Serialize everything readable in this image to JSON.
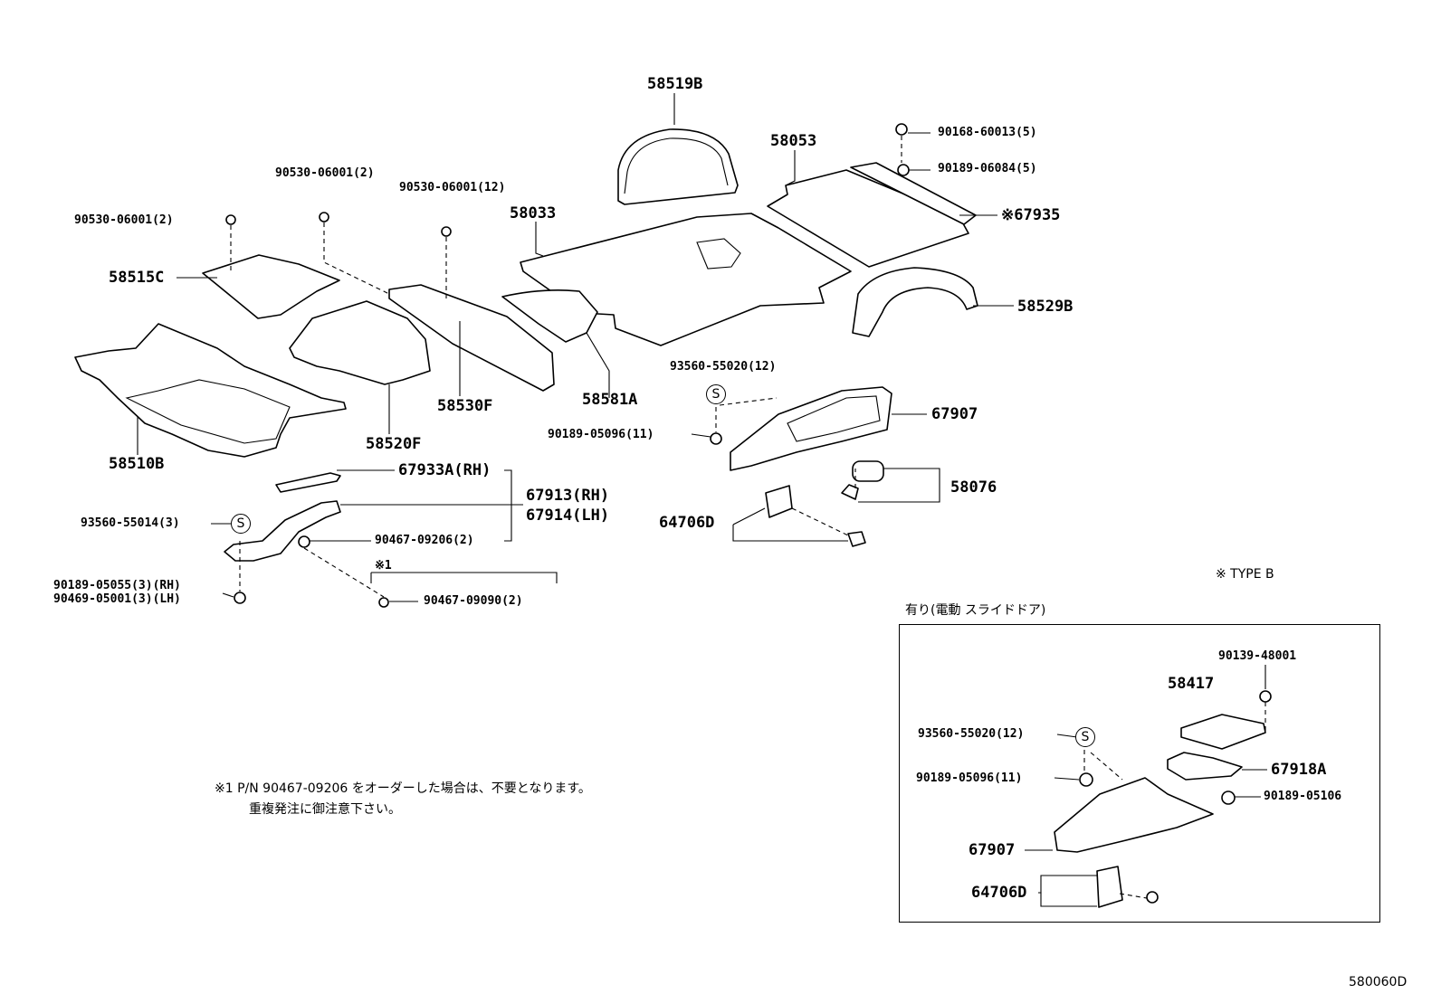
{
  "labels": {
    "p58519B": "58519B",
    "p58053": "58053",
    "p90168": "90168-60013(5)",
    "p90189_06084": "90189-06084(5)",
    "p67935": "※67935",
    "p58033": "58033",
    "p90530_12": "90530-06001(12)",
    "p90530_2a": "90530-06001(2)",
    "p90530_2b": "90530-06001(2)",
    "p58515C": "58515C",
    "p58529B": "58529B",
    "p93560_12": "93560-55020(12)",
    "p58581A": "58581A",
    "p58530F": "58530F",
    "p58520F": "58520F",
    "p58510B": "58510B",
    "p67907": "67907",
    "p90189_05096": "90189-05096(11)",
    "p58076": "58076",
    "p67933A": "67933A(RH)",
    "p67913": "67913(RH)",
    "p67914": "67914(LH)",
    "p93560_3": "93560-55014(3)",
    "p90467_09206": "90467-09206(2)",
    "p64706D": "64706D",
    "p90189_05055": "90189-05055(3)(RH)",
    "p90469_05001": "90469-05001(3)(LH)",
    "note_x1": "※1",
    "p90467_09090": "90467-09090(2)",
    "s_mark": "S",
    "typeb": "※ TYPE B",
    "typeb_header": "有り(電動 スライドドア)",
    "b_90139": "90139-48001",
    "b_58417": "58417",
    "b_93560": "93560-55020(12)",
    "b_67918A": "67918A",
    "b_90189_05096": "90189-05096(11)",
    "b_90189_05106": "90189-05106",
    "b_67907": "67907",
    "b_64706D": "64706D",
    "footnote_1": "※1 P/N 90467-09206 をオーダーした場合は、不要となります。",
    "footnote_2": "重複発注に御注意下さい。",
    "diagram_id": "580060D"
  }
}
